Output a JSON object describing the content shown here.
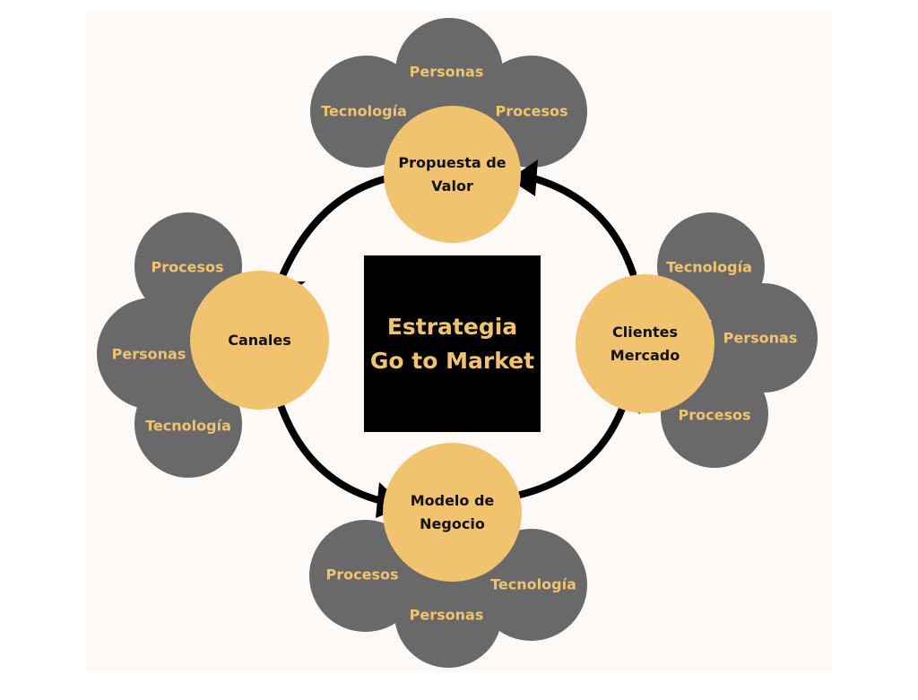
{
  "center": {
    "line1": "Estrategia",
    "line2": "Go to Market"
  },
  "nodes": {
    "propuesta": {
      "line1": "Propuesta de",
      "line2": "Valor",
      "petals": {
        "top": "Personas",
        "left": "Tecnología",
        "right": "Procesos"
      }
    },
    "canales": {
      "line1": "Canales",
      "petals": {
        "top": "Procesos",
        "left": "Personas",
        "bottom": "Tecnología"
      }
    },
    "clientes": {
      "line1": "Clientes",
      "line2": "Mercado",
      "petals": {
        "top": "Tecnología",
        "right": "Personas",
        "bottom": "Procesos"
      }
    },
    "modelo": {
      "line1": "Modelo de",
      "line2": "Negocio",
      "petals": {
        "left": "Procesos",
        "bottom": "Personas",
        "right": "Tecnología"
      }
    }
  },
  "colors": {
    "node": "#f2c36e",
    "petal": "#696969",
    "petal_text": "#f2c36e",
    "center_bg": "#000000",
    "arrow": "#000000",
    "background": "#fdf9f6"
  }
}
